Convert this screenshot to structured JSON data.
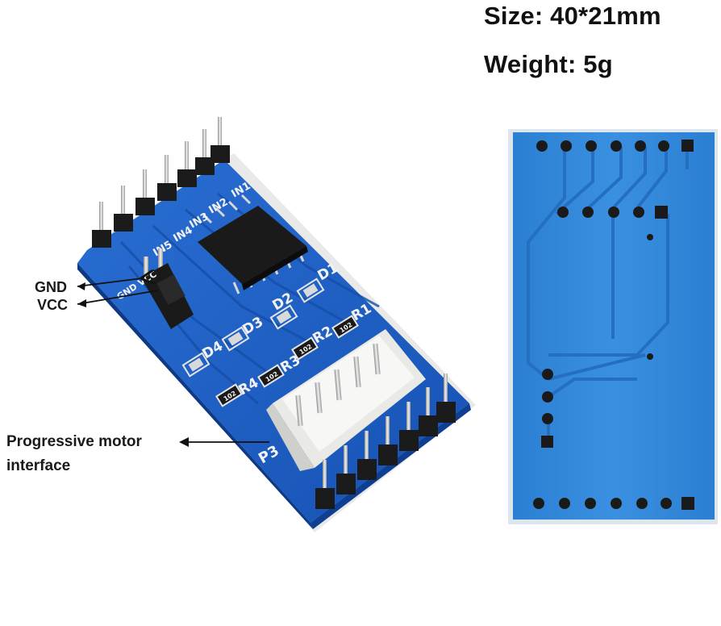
{
  "specs": {
    "size": "Size: 40*21mm",
    "weight": "Weight: 5g"
  },
  "callouts": {
    "gnd": "GND",
    "vcc": "VCC",
    "motor_line1": "Progressive motor",
    "motor_line2": "interface"
  },
  "board_front": {
    "input_labels": [
      "IN1",
      "IN2",
      "IN3",
      "IN4",
      "IN5"
    ],
    "led_labels": [
      "D1",
      "D2",
      "D3",
      "D4"
    ],
    "resistor_labels": [
      "R1",
      "R2",
      "R3",
      "R4"
    ],
    "resistor_codes": [
      "102",
      "102",
      "102",
      "102"
    ],
    "connector_label": "P3",
    "jumper_label": "GND VCC"
  },
  "colors": {
    "pcb_blue": "#1b5fc4",
    "pcb_dark": "#0e3f93",
    "connector_white": "#f4f4f2",
    "pin_gold": "#c9c9c9",
    "chip_black": "#1a1a1a",
    "back_blue": "#2f86d8"
  }
}
